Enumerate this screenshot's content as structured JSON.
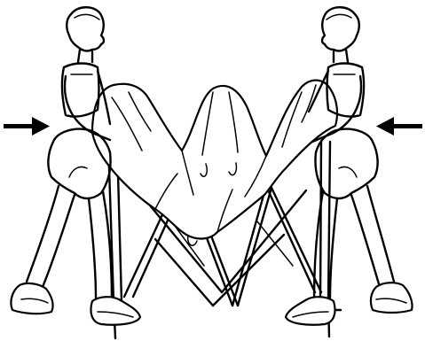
{
  "scene": {
    "people_count": 2,
    "object": "canopy-frame-with-cover",
    "arrows": [
      {
        "direction": "right"
      },
      {
        "direction": "left"
      }
    ],
    "line_color": "#000000",
    "background_color": "#ffffff"
  }
}
